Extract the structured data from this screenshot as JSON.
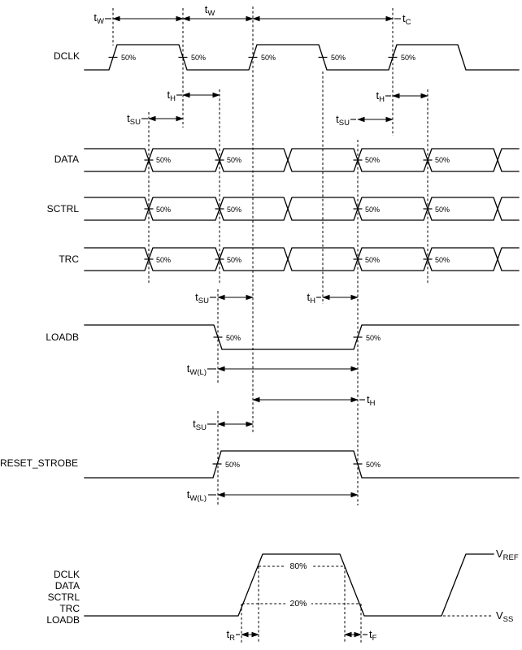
{
  "signals": {
    "dclk": "DCLK",
    "data": "DATA",
    "sctrl": "SCTRL",
    "trc": "TRC",
    "loadb": "LOADB",
    "reset": "RESET_STROBE"
  },
  "bottom_signal_group": [
    "DCLK",
    "DATA",
    "SCTRL",
    "TRC",
    "LOADB"
  ],
  "labels": {
    "pct": "50%",
    "pct80": "80%",
    "pct20": "20%",
    "tw": {
      "base": "t",
      "sub": "W"
    },
    "tc": {
      "base": "t",
      "sub": "C"
    },
    "th": {
      "base": "t",
      "sub": "H"
    },
    "tsu": {
      "base": "t",
      "sub": "SU"
    },
    "twl": {
      "base": "t",
      "sub": "W(L)"
    },
    "tr": {
      "base": "t",
      "sub": "R"
    },
    "tf": {
      "base": "t",
      "sub": "F"
    },
    "vref": {
      "base": "V",
      "sub": "REF"
    },
    "vss": {
      "base": "V",
      "sub": "SS"
    }
  },
  "colors": {
    "line": "#000000",
    "background": "#ffffff"
  }
}
